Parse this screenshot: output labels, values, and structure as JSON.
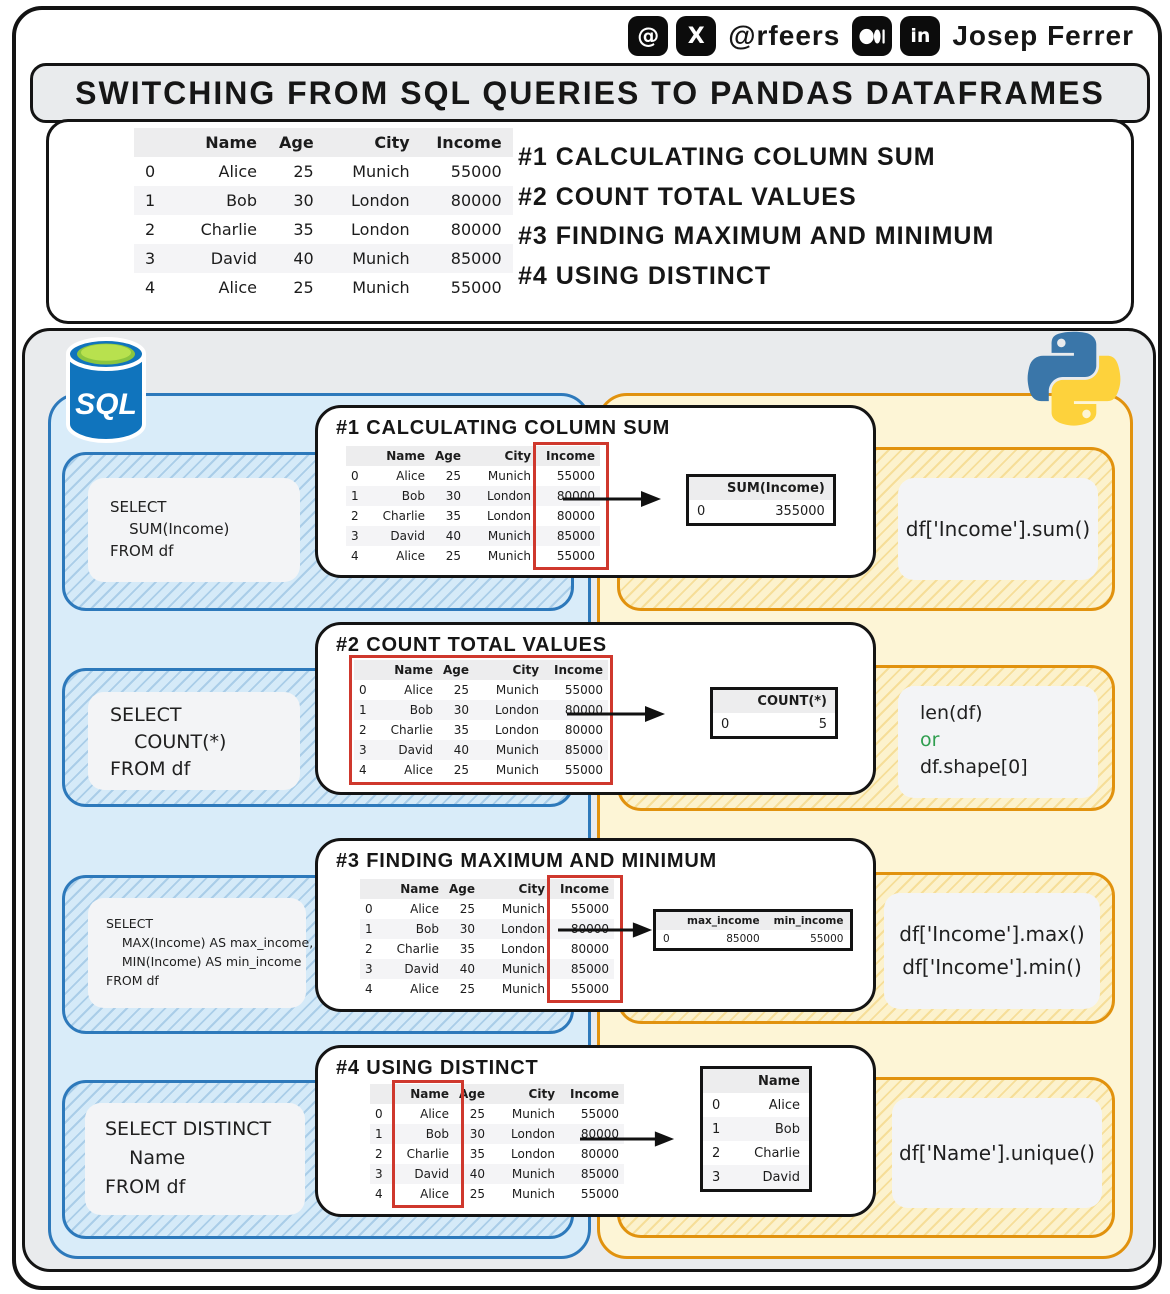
{
  "header": {
    "handle": "@rfeers",
    "author": "Josep Ferrer"
  },
  "title": "SWITCHING FROM SQL QUERIES TO PANDAS DATAFRAMES",
  "intro": {
    "table": {
      "columns": [
        "Name",
        "Age",
        "City",
        "Income"
      ],
      "index": [
        "0",
        "1",
        "2",
        "3",
        "4"
      ],
      "rows": [
        [
          "Alice",
          "25",
          "Munich",
          "55000"
        ],
        [
          "Bob",
          "30",
          "London",
          "80000"
        ],
        [
          "Charlie",
          "35",
          "London",
          "80000"
        ],
        [
          "David",
          "40",
          "Munich",
          "85000"
        ],
        [
          "Alice",
          "25",
          "Munich",
          "55000"
        ]
      ]
    },
    "topics": [
      "#1 CALCULATING COLUMN SUM",
      "#2 COUNT TOTAL VALUES",
      "#3 FINDING MAXIMUM AND MINIMUM",
      "#4 USING DISTINCT"
    ]
  },
  "sql_logo_label": "SQL",
  "colors": {
    "sql_border": "#2d79bb",
    "pandas_border": "#e1920e",
    "highlight_red": "#cf382d",
    "accent_green": "#2f9e4f"
  },
  "sections": [
    {
      "title": "#1 CALCULATING COLUMN SUM",
      "sql": "SELECT\n    SUM(Income)\nFROM df",
      "python": [
        {
          "text": "df['Income'].sum()"
        }
      ],
      "result": {
        "columns": [
          "SUM(Income)"
        ],
        "index": [
          "0"
        ],
        "rows": [
          [
            "355000"
          ]
        ]
      }
    },
    {
      "title": "#2 COUNT TOTAL VALUES",
      "sql": "SELECT\n    COUNT(*)\nFROM df",
      "python": [
        {
          "text": "len(df)"
        },
        {
          "text": "or",
          "accent": true
        },
        {
          "text": "df.shape[0]"
        }
      ],
      "result": {
        "columns": [
          "COUNT(*)"
        ],
        "index": [
          "0"
        ],
        "rows": [
          [
            "5"
          ]
        ]
      }
    },
    {
      "title": "#3 FINDING MAXIMUM AND MINIMUM",
      "sql": "SELECT\n    MAX(Income) AS max_income,\n    MIN(Income) AS min_income\nFROM df",
      "python": [
        {
          "text": "df['Income'].max()"
        },
        {
          "text": "df['Income'].min()"
        }
      ],
      "result": {
        "columns": [
          "max_income",
          "min_income"
        ],
        "index": [
          "0"
        ],
        "rows": [
          [
            "85000",
            "55000"
          ]
        ]
      }
    },
    {
      "title": "#4 USING DISTINCT",
      "sql": "SELECT DISTINCT\n    Name\nFROM df",
      "python": [
        {
          "text": "df['Name'].unique()"
        }
      ],
      "result": {
        "columns": [
          "Name"
        ],
        "index": [
          "0",
          "1",
          "2",
          "3"
        ],
        "rows": [
          [
            "Alice"
          ],
          [
            "Bob"
          ],
          [
            "Charlie"
          ],
          [
            "David"
          ]
        ]
      }
    }
  ]
}
